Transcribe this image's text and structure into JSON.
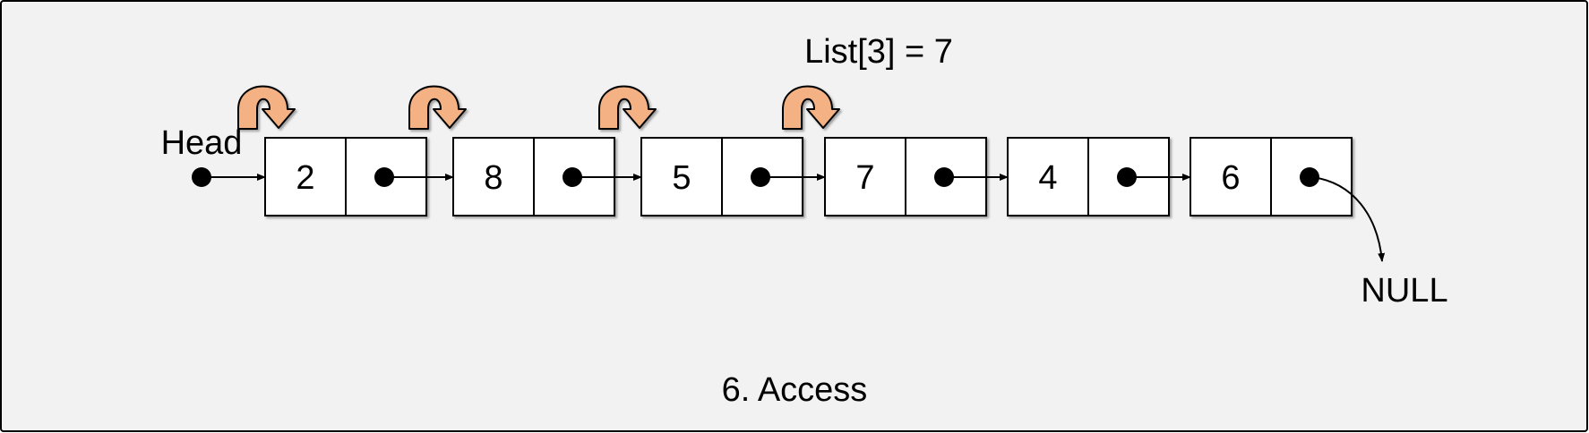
{
  "title": "List[3] = 7",
  "caption": "6. Access",
  "head_label": "Head",
  "null_label": "NULL",
  "nodes": [
    {
      "value": "2"
    },
    {
      "value": "8"
    },
    {
      "value": "5"
    },
    {
      "value": "7"
    },
    {
      "value": "4"
    },
    {
      "value": "6"
    }
  ],
  "traversal_steps": 4,
  "colors": {
    "background": "#f2f2f2",
    "border": "#000000",
    "node_fill": "#ffffff",
    "traverse_arrow_fill": "#f4b183"
  }
}
